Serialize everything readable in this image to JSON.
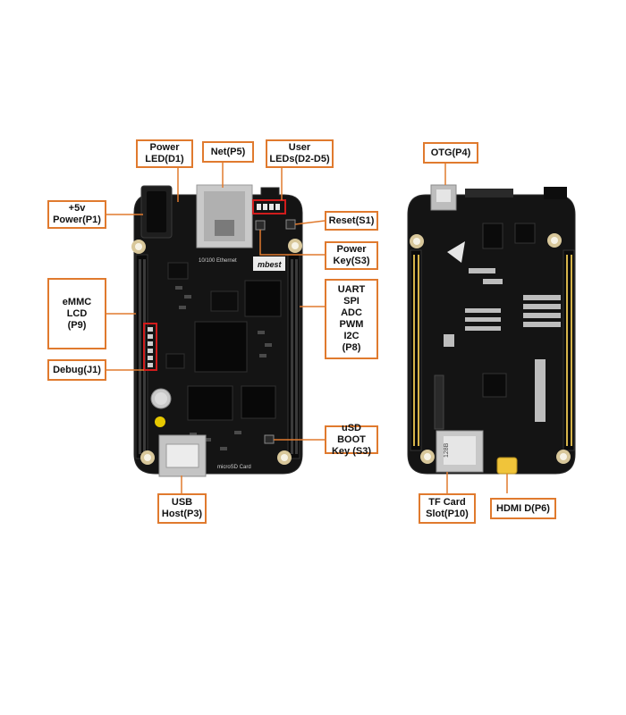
{
  "colors": {
    "background": "#ffffff",
    "board": "#141414",
    "callout_border": "#e07a2e",
    "leader_line": "#e07a2e",
    "highlight_box": "#d01c1c",
    "header_pins": "#0a0a0a",
    "mounting_hole": "#d8c79a"
  },
  "board_front": {
    "labels": {
      "power_led": "Power\nLED(D1)",
      "net": "Net(P5)",
      "user_leds": "User\nLEDs(D2-D5)",
      "power_5v": "+5v\nPower(P1)",
      "reset": "Reset(S1)",
      "power_key": "Power\nKey(S3)",
      "emmc_lcd": "eMMC\nLCD\n(P9)",
      "uart_group": "UART\nSPI\nADC\nPWM\nI2C\n(P8)",
      "debug": "Debug(J1)",
      "usd_boot": "uSD BOOT\nKey (S3)",
      "usb_host": "USB\nHost(P3)"
    },
    "silkscreen": {
      "ethernet": "10/100 Ethernet",
      "logo": "mbest",
      "microsd": "microSD Card"
    }
  },
  "board_back": {
    "labels": {
      "otg": "OTG(P4)",
      "tf_card": "TF Card\nSlot(P10)",
      "hdmi": "HDMI D(P6)"
    },
    "silkscreen": {
      "card_slot": "128B"
    }
  }
}
